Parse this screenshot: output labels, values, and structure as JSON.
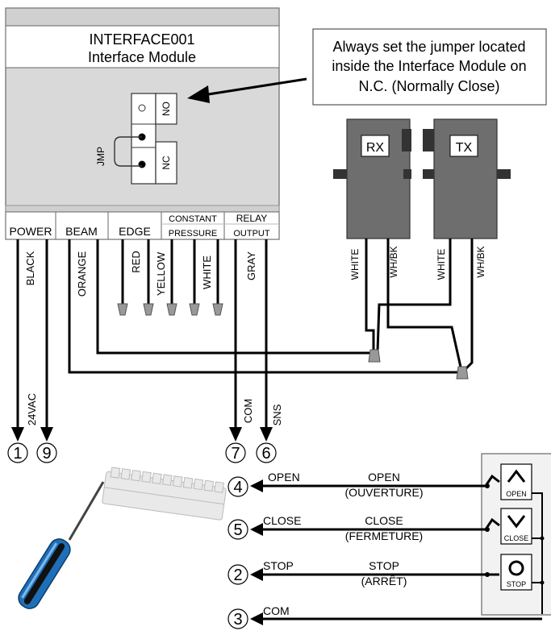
{
  "module": {
    "title": "INTERFACE001",
    "subtitle": "Interface Module"
  },
  "note": {
    "line1": "Always set the jumper located",
    "line2": "inside the Interface Module on",
    "line3": "N.C. (Normally Close)"
  },
  "jumper": {
    "no": "NO",
    "nc": "NC",
    "jmp": "JMP"
  },
  "terminals": {
    "power": "POWER",
    "beam": "BEAM",
    "edge": "EDGE",
    "constant_1": "CONSTANT",
    "constant_2": "PRESSURE",
    "relay_1": "RELAY",
    "relay_2": "OUTPUT"
  },
  "wires": {
    "black": "BLACK",
    "orange": "ORANGE",
    "red": "RED",
    "yellow": "YELLOW",
    "white": "WHITE",
    "gray": "GRAY",
    "rx_white": "WHITE",
    "rx_whbk": "WH/BK",
    "tx_white": "WHITE",
    "tx_whbk": "WH/BK",
    "vac": "24VAC",
    "com": "COM",
    "sns": "SNS"
  },
  "sensors": {
    "rx": "RX",
    "tx": "TX"
  },
  "numbers": {
    "n1": "1",
    "n9": "9",
    "n7": "7",
    "n6": "6",
    "n4": "4",
    "n5": "5",
    "n2": "2",
    "n3": "3"
  },
  "controls": {
    "open_short": "OPEN",
    "open_label": "OPEN",
    "open_fr": "(OUVERTURE)",
    "close_short": "CLOSE",
    "close_label": "CLOSE",
    "close_fr": "(FERMETURE)",
    "stop_short": "STOP",
    "stop_label": "STOP",
    "stop_fr": "(ARRÊT)",
    "com_short": "COM",
    "btn_open": "OPEN",
    "btn_close": "CLOSE",
    "btn_stop": "STOP"
  }
}
